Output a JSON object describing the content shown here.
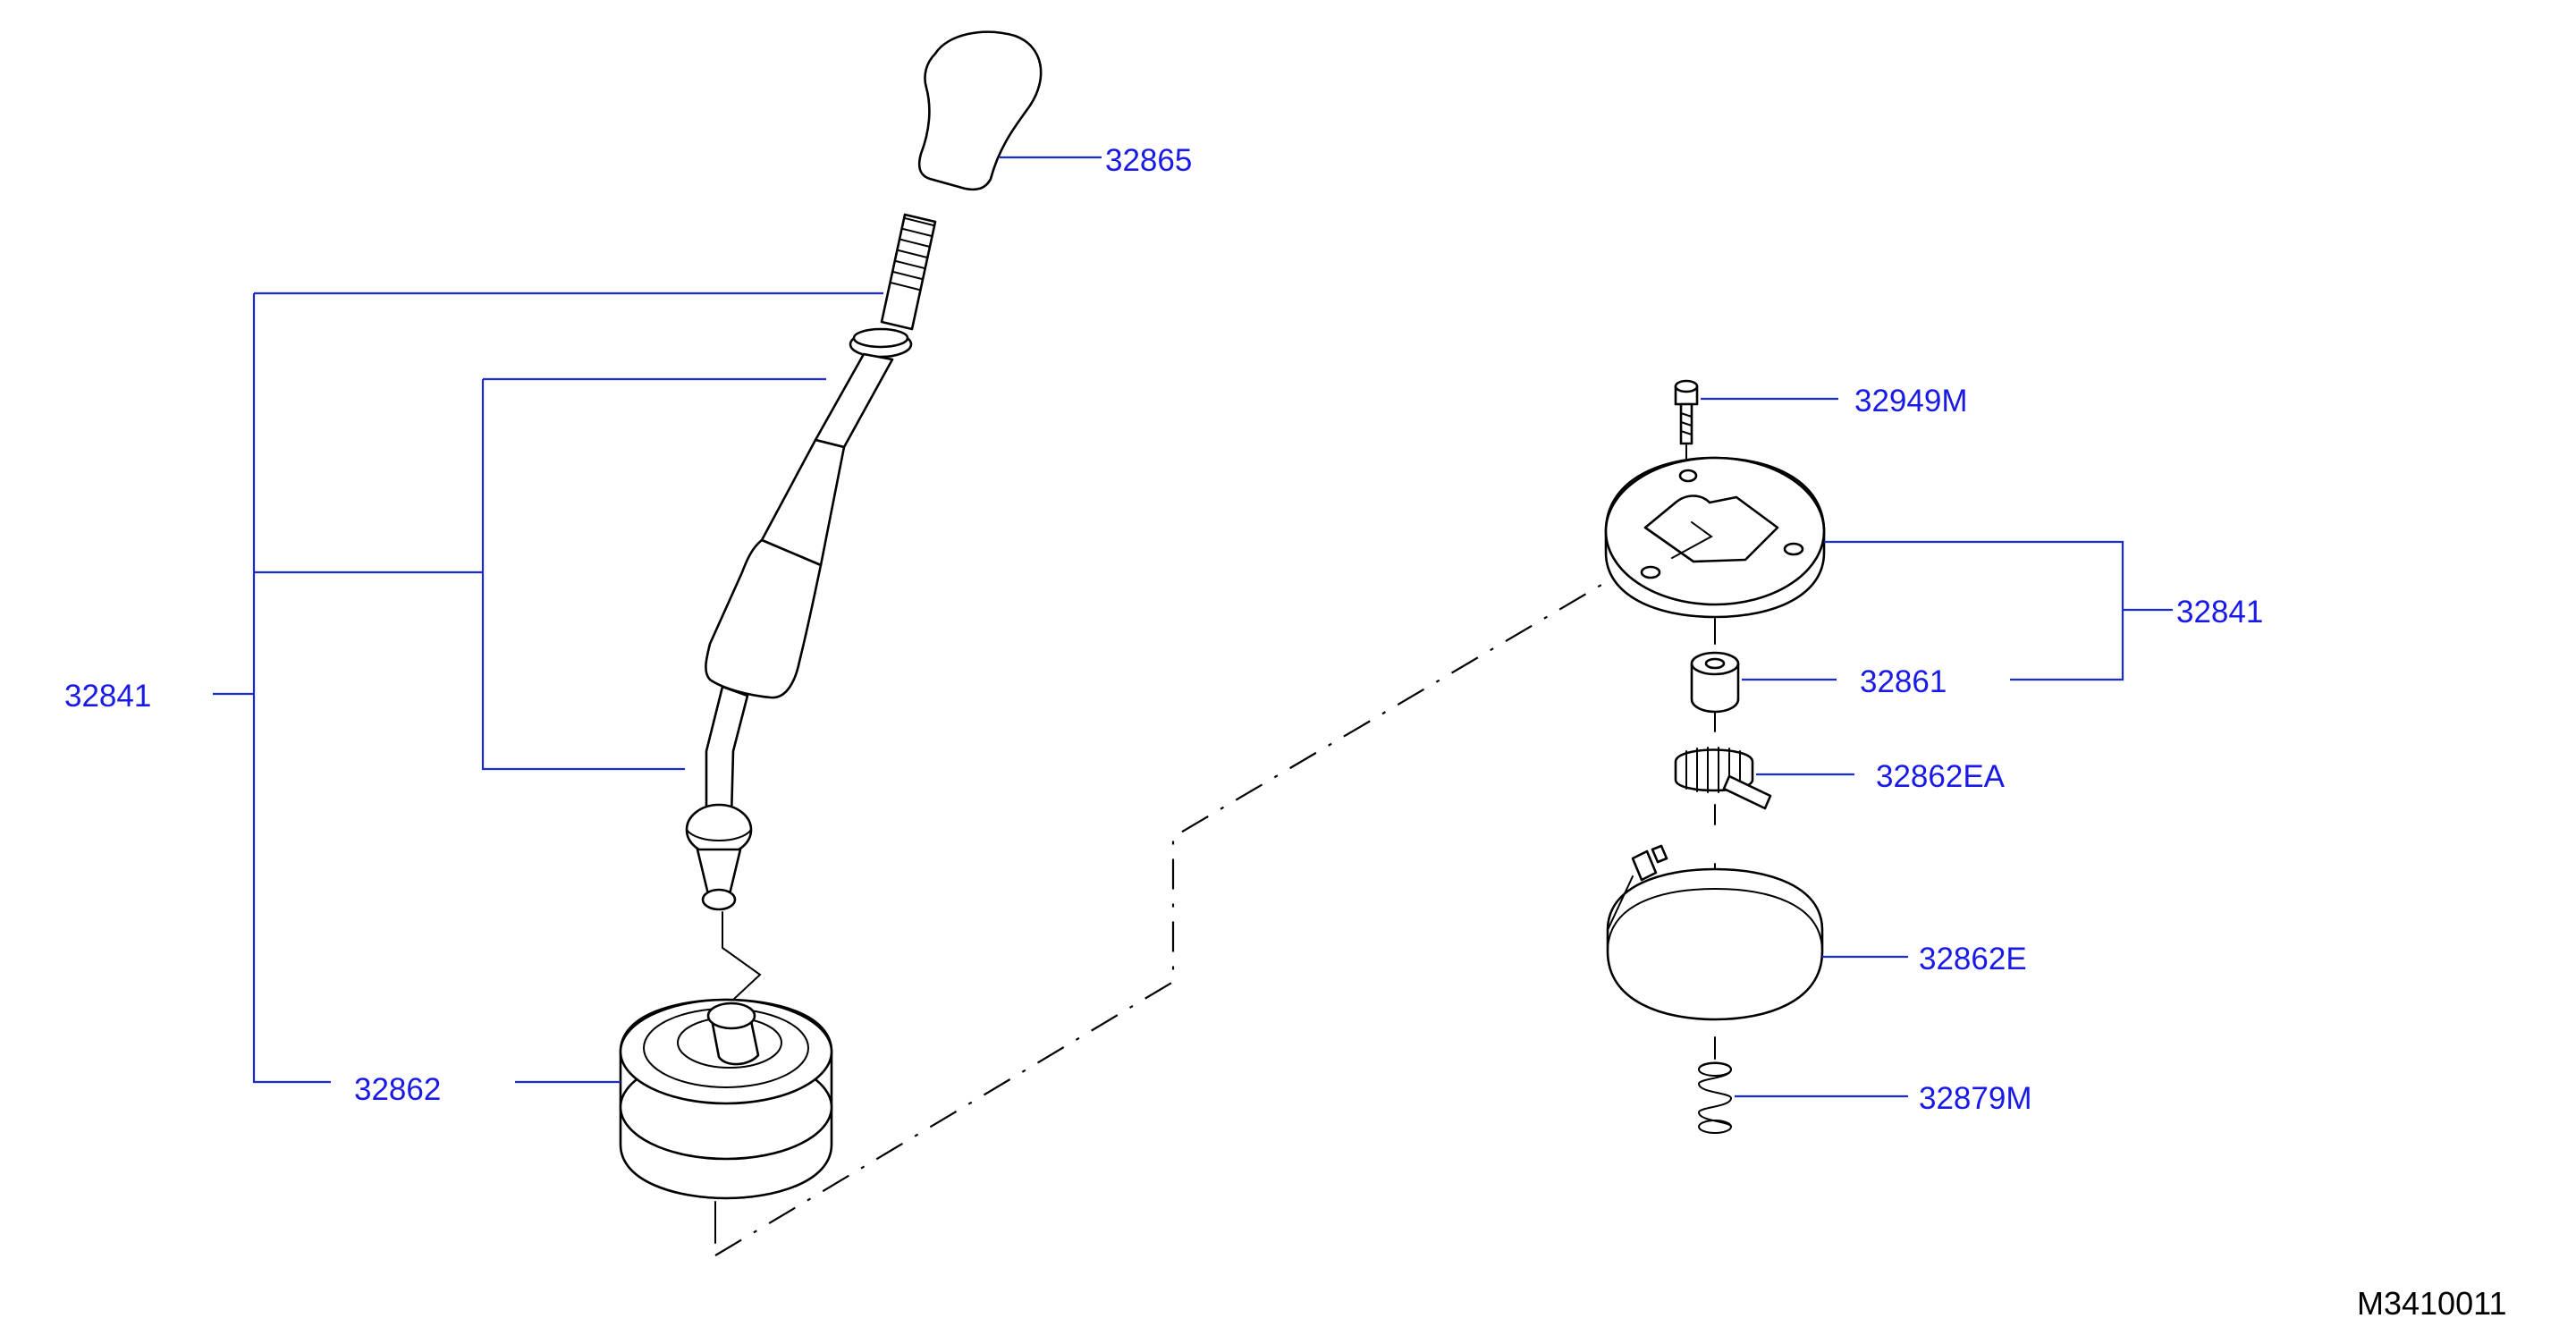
{
  "diagram": {
    "figure_id": "M3410011",
    "colors": {
      "label": "#1a1ae6",
      "leader": "#1a2ad6",
      "line": "#000000"
    },
    "labels": {
      "knob": "32865",
      "lever_assembly_left": "32841",
      "boot": "32862",
      "bolt": "32949M",
      "plate_assembly_right": "32841",
      "bushing": "32861",
      "clip": "32862EA",
      "band": "32862E",
      "spring": "32879M"
    }
  }
}
